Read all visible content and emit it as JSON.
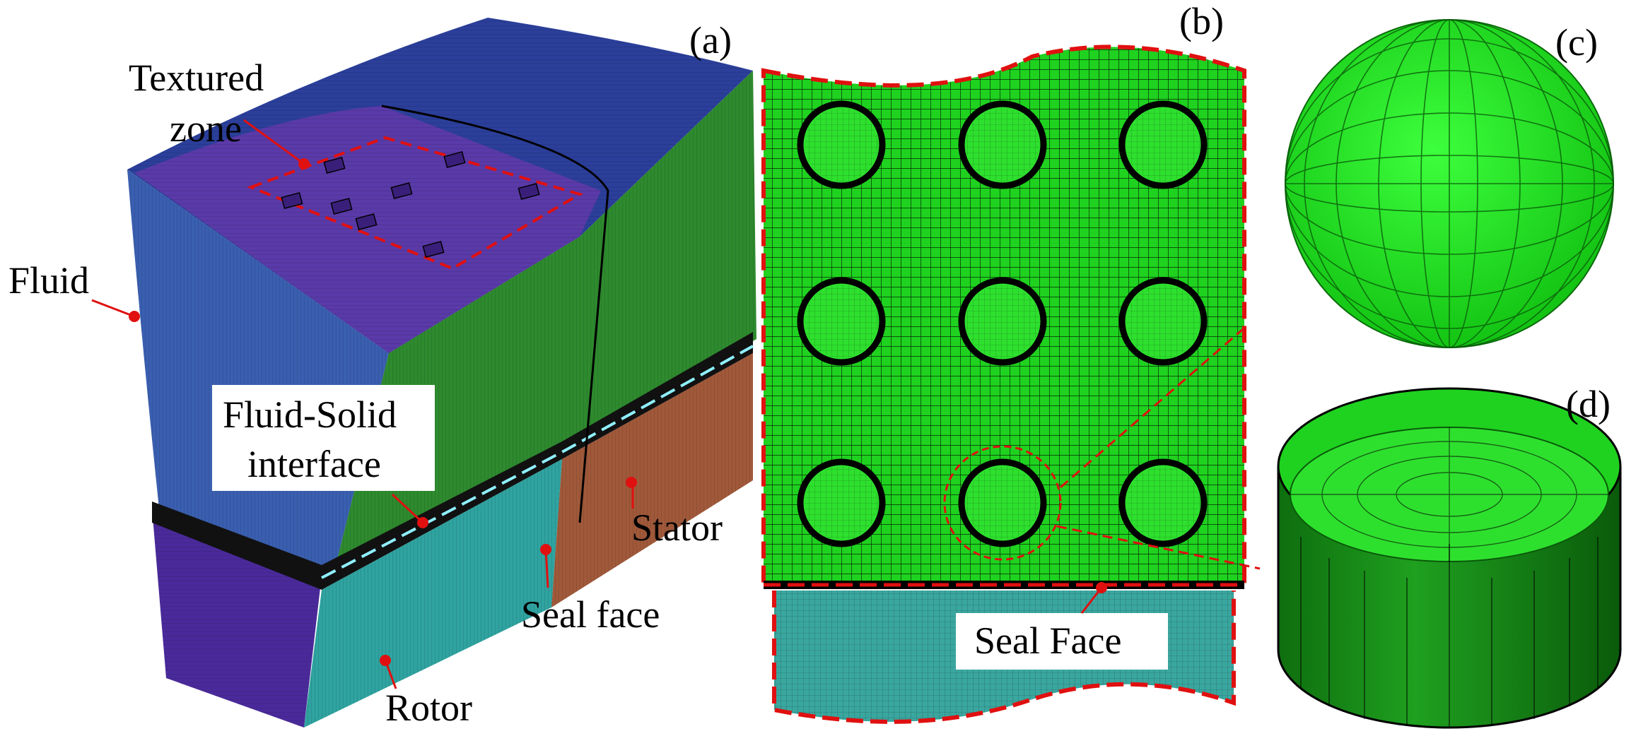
{
  "panels": {
    "a": "(a)",
    "b": "(b)",
    "c": "(c)",
    "d": "(d)"
  },
  "labels": {
    "textured_zone_line1": "Textured",
    "textured_zone_line2": "zone",
    "fluid": "Fluid",
    "fluid_solid_line1": "Fluid-Solid",
    "fluid_solid_line2": "interface",
    "stator": "Stator",
    "seal_face_a": "Seal face",
    "rotor": "Rotor",
    "seal_face_b": "Seal Face"
  },
  "colors": {
    "fluid_top": "#2b3f9a",
    "fluid_front": "#3a5fb0",
    "textured": "#5a3aa8",
    "green_side": "#2e8a2e",
    "rotor": "#2fa3a0",
    "stator": "#a0593a",
    "mesh_green": "#1fd21f",
    "seal_face_teal": "#3aa79f",
    "callout_red": "#e01010",
    "interface_cyan": "#8ff0ff"
  }
}
